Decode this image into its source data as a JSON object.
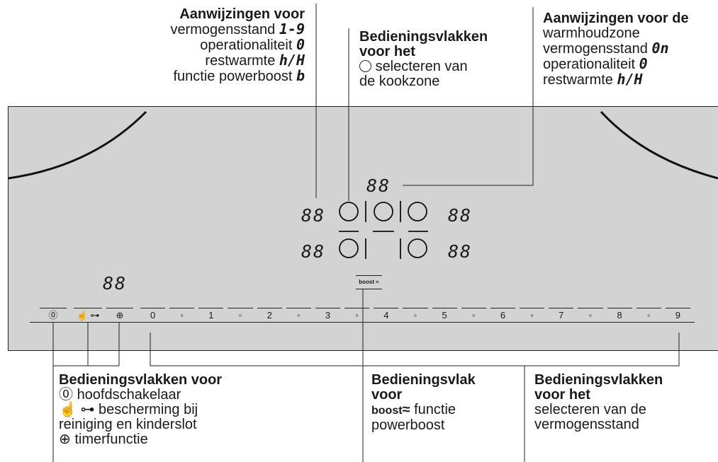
{
  "top_left": {
    "title": "Aanwijzingen voor",
    "line1": "vermogensstand",
    "sym1": "1-9",
    "line2": "operationaliteit",
    "sym2": "0",
    "line3": "restwarmte",
    "sym3": "h/H",
    "line4": "functie powerboost",
    "sym4": "b"
  },
  "top_middle": {
    "title1": "Bedieningsvlakken",
    "title2": "voor het",
    "line1": "selecteren van",
    "line2": "de kookzone"
  },
  "top_right": {
    "title": "Aanwijzingen voor de",
    "line1": "warmhoudzone",
    "line2": "vermogensstand",
    "sym2": "0n",
    "line3": "operationaliteit",
    "sym3": "0",
    "line4": "restwarmte",
    "sym4": "h/H"
  },
  "panel": {
    "displays": {
      "warm_zone": "88",
      "front_left": "88",
      "front_right": "88",
      "rear_left": "88",
      "rear_right": "88",
      "timer": "88"
    },
    "boost_label": "boost ≈",
    "keys": {
      "main_switch": "⓪",
      "lock": "☝ ⊶",
      "timer": "⊕",
      "levels": [
        "0",
        "◦",
        "1",
        "◦",
        "2",
        "◦",
        "3",
        "◦",
        "4",
        "◦",
        "5",
        "◦",
        "6",
        "◦",
        "7",
        "◦",
        "8",
        "◦",
        "9"
      ]
    }
  },
  "bottom_left": {
    "title": "Bedieningsvlakken voor",
    "line1": "hoofdschakelaar",
    "line2": "bescherming bij",
    "line3": "reiniging en kinderslot",
    "line4": "timerfunctie"
  },
  "bottom_middle": {
    "title1": "Bedieningsvlak",
    "title2": "voor",
    "boost_word": "boost",
    "line1": "functie",
    "line2": "powerboost"
  },
  "bottom_right": {
    "title1": "Bedieningsvlakken",
    "title2": "voor het",
    "line1": "selecteren van de",
    "line2": "vermogensstand"
  }
}
